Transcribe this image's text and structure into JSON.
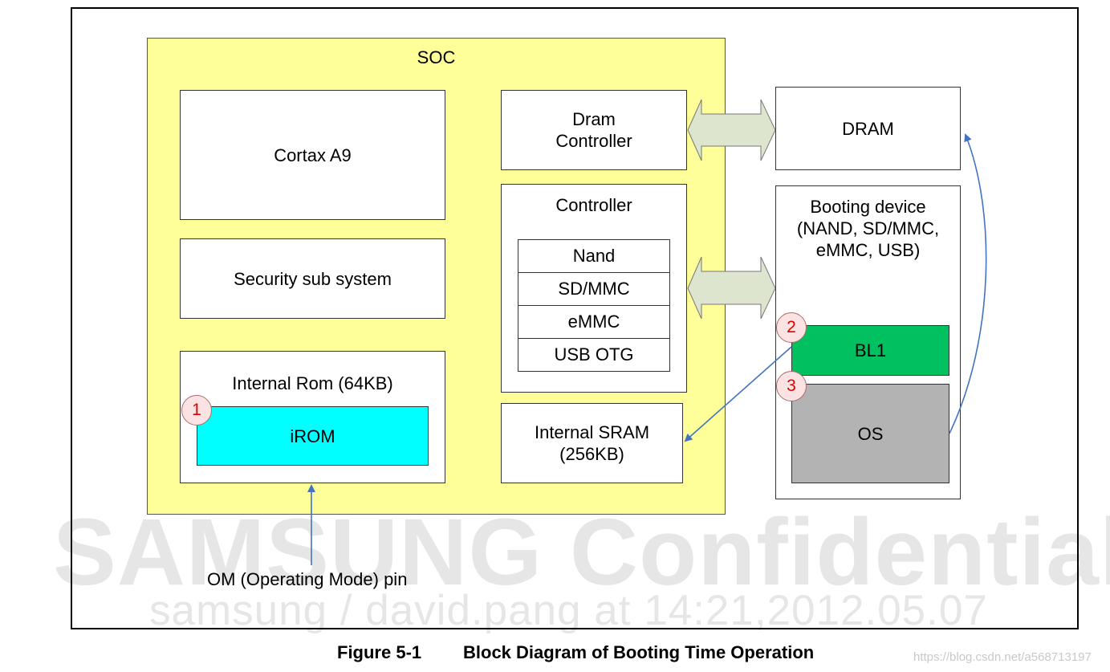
{
  "soc": {
    "label": "SOC"
  },
  "cortex": {
    "label": "Cortax A9"
  },
  "security": {
    "label": "Security sub system"
  },
  "internal_rom": {
    "label": "Internal Rom (64KB)",
    "irom_label": "iROM"
  },
  "dram_controller": {
    "line1": "Dram",
    "line2": "Controller"
  },
  "controller": {
    "label": "Controller",
    "items": [
      "Nand",
      "SD/MMC",
      "eMMC",
      "USB OTG"
    ]
  },
  "internal_sram": {
    "line1": "Internal SRAM",
    "line2": "(256KB)"
  },
  "dram": {
    "label": "DRAM"
  },
  "booting_device": {
    "line1": "Booting device",
    "line2": "(NAND, SD/MMC,",
    "line3": "eMMC, USB)",
    "bl1_label": "BL1",
    "os_label": "OS"
  },
  "steps": [
    "1",
    "2",
    "3"
  ],
  "om_pin": {
    "label": "OM (Operating Mode) pin"
  },
  "watermark": {
    "line1": "SAMSUNG Confidential",
    "line2": "samsung / david.pang at 14:21,2012.05.07"
  },
  "caption": {
    "figure_number": "Figure 5-1",
    "title": "Block Diagram of Booting Time Operation"
  },
  "source_url": "https://blog.csdn.net/a568713197",
  "colors": {
    "soc_fill": "#ffff99",
    "irom_fill": "#00ffff",
    "bl1_fill": "#00c060",
    "os_fill": "#b3b3b3",
    "arrow_fill": "#dde5cf",
    "arrow_line": "#4472c4",
    "step_text": "#e00000"
  }
}
